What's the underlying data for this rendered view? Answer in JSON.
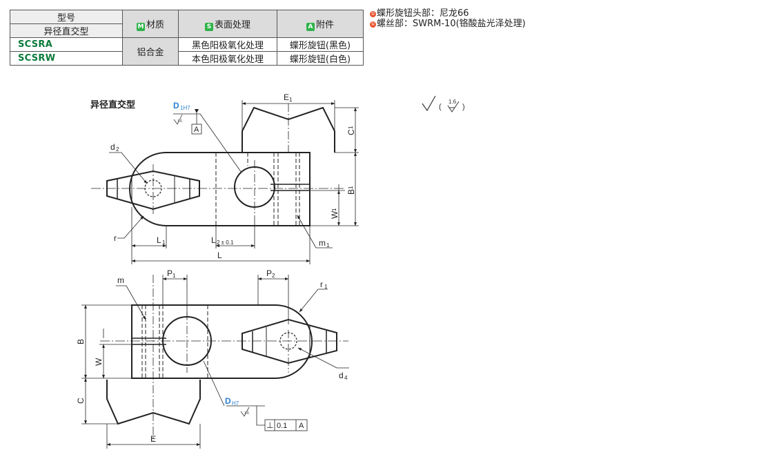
{
  "table": {
    "header_model": "型号",
    "header_type": "异径直交型",
    "header_material": "材质",
    "header_surface": "表面处理",
    "header_accessory": "附件",
    "badge_material": "M",
    "badge_surface": "S",
    "badge_accessory": "A",
    "material": "铝合金",
    "rows": [
      {
        "part": "SCSRA",
        "surface": "黑色阳极氧化处理",
        "accessory": "蝶形旋钮(黑色)"
      },
      {
        "part": "SCSRW",
        "surface": "本色阳极氧化处理",
        "accessory": "蝶形旋钮(白色)"
      }
    ]
  },
  "notes": [
    {
      "marker": "①",
      "text": "蝶形旋钮头部：尼龙66"
    },
    {
      "marker": "①",
      "text": "螺丝部：SWRM-10(铬酸盐光泽处理)"
    }
  ],
  "drawing": {
    "title": "异径直交型",
    "finish_value": "1.6",
    "small_finish": "1.6",
    "datum": "A",
    "labels": {
      "E1": "E",
      "E1_sub": "1",
      "C1": "C",
      "C1_sub": "1",
      "B1": "B",
      "B1_sub": "1",
      "W1": "W",
      "W1_sub": "1",
      "d2": "d",
      "d2_sub": "2",
      "r": "r",
      "L1": "L",
      "L1_sub": "1",
      "L2": "L",
      "L2_sub": "2 ± 0.1",
      "L": "L",
      "m1": "m",
      "m1_sub": "1",
      "P1": "P",
      "P1_sub": "1",
      "P2": "P",
      "P2_sub": "2",
      "m": "m",
      "r1": "r",
      "r1_sub": "1",
      "B": "B",
      "W": "W",
      "C": "C",
      "E": "E",
      "d4": "d",
      "d4_sub": "4",
      "D1": "D",
      "D1_sub": "1H7",
      "D": "D",
      "D_sub": "H7",
      "tol_symbol": "⊥",
      "tol_value": "0.1"
    }
  }
}
